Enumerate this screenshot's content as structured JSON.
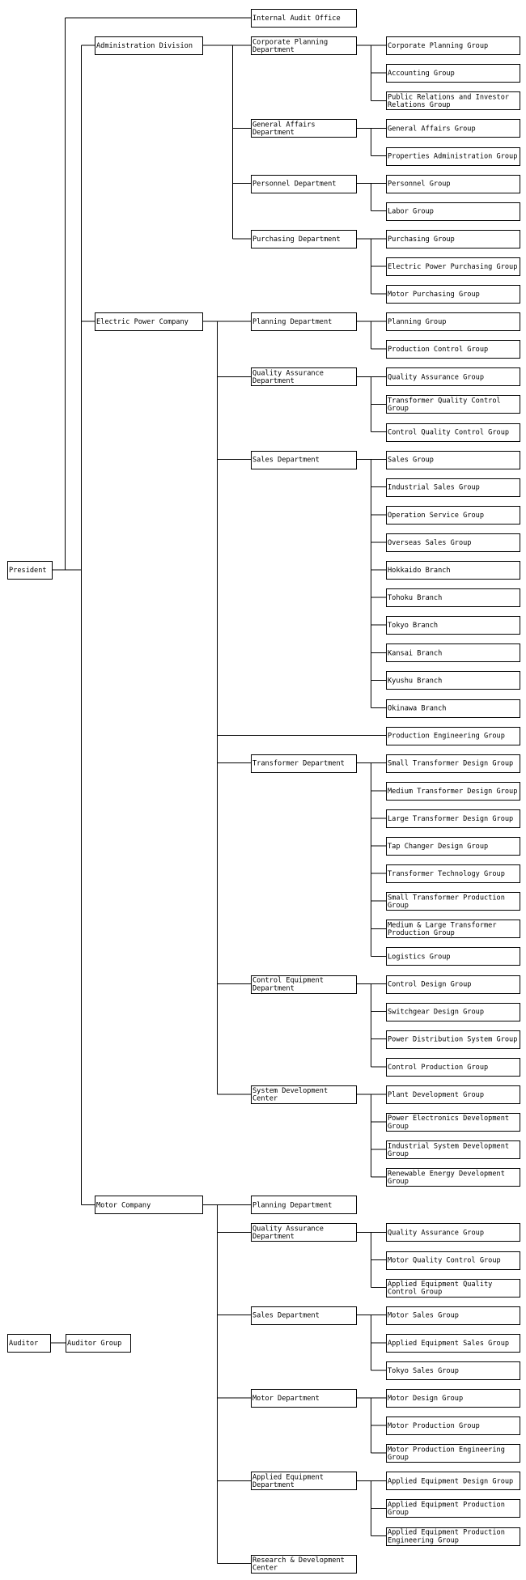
{
  "org": {
    "president": "President",
    "auditor": "Auditor",
    "auditor_group": "Auditor Group",
    "internal_audit_office": "Internal Audit Office",
    "divisions": [
      {
        "name": "Administration Division",
        "departments": [
          {
            "name": "Corporate Planning Department",
            "groups": [
              "Corporate Planning Group",
              "Accounting Group",
              "Public Relations and Investor Relations Group"
            ]
          },
          {
            "name": "General Affairs Department",
            "groups": [
              "General Affairs Group",
              "Properties Administration Group"
            ]
          },
          {
            "name": "Personnel Department",
            "groups": [
              "Personnel Group",
              "Labor Group"
            ]
          },
          {
            "name": "Purchasing Department",
            "groups": [
              "Purchasing Group",
              "Electric Power Purchasing Group",
              "Motor Purchasing Group"
            ]
          }
        ]
      },
      {
        "name": "Electric Power Company",
        "departments": [
          {
            "name": "Planning Department",
            "groups": [
              "Planning Group",
              "Production Control Group"
            ]
          },
          {
            "name": "Quality Assurance Department",
            "groups": [
              "Quality Assurance Group",
              "Transformer Quality Control Group",
              "Control Quality Control Group"
            ]
          },
          {
            "name": "Sales Department",
            "groups": [
              "Sales Group",
              "Industrial Sales Group",
              "Operation Service Group",
              "Overseas Sales Group",
              "Hokkaido Branch",
              "Tohoku Branch",
              "Tokyo Branch",
              "Kansai Branch",
              "Kyushu Branch",
              "Okinawa Branch"
            ]
          },
          {
            "name": "Production Engineering Group",
            "groups": [],
            "direct": true
          },
          {
            "name": "Transformer Department",
            "groups": [
              "Small Transformer Design Group",
              "Medium Transformer Design Group",
              "Large Transformer Design Group",
              "Tap Changer Design Group",
              "Transformer Technology Group",
              "Small Transformer Production Group",
              "Medium & Large Transformer Production Group",
              "Logistics Group"
            ]
          },
          {
            "name": "Control Equipment Department",
            "groups": [
              "Control Design Group",
              "Switchgear Design Group",
              "Power Distribution System Group",
              "Control Production Group"
            ]
          },
          {
            "name": "System Development Center",
            "groups": [
              "Plant Development Group",
              "Power Electronics Development Group",
              "Industrial System Development Group",
              "Renewable Energy Development Group"
            ]
          }
        ]
      },
      {
        "name": "Motor Company",
        "departments": [
          {
            "name": "Planning Department",
            "groups": []
          },
          {
            "name": "Quality Assurance Department",
            "groups": [
              "Quality Assurance Group",
              "Motor Quality Control Group",
              "Applied Equipment Quality Control Group"
            ]
          },
          {
            "name": "Sales Department",
            "groups": [
              "Motor Sales Group",
              "Applied Equipment Sales Group",
              "Tokyo Sales Group"
            ]
          },
          {
            "name": "Motor Department",
            "groups": [
              "Motor Design Group",
              "Motor Production Group",
              "Motor Production Engineering Group"
            ]
          },
          {
            "name": "Applied Equipment Department",
            "groups": [
              "Applied Equipment Design Group",
              "Applied Equipment Production Group",
              "Applied Equipment Production Engineering Group"
            ]
          },
          {
            "name": "Research & Development Center",
            "groups": []
          }
        ]
      }
    ]
  }
}
